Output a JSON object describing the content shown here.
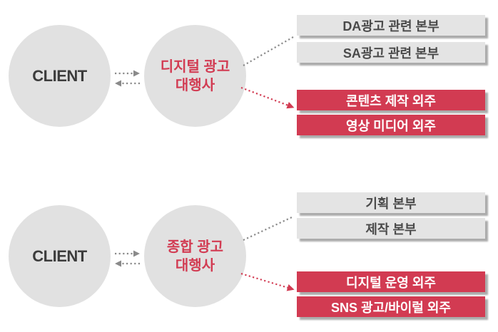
{
  "diagram": {
    "colors": {
      "accent_red": "#D23B52",
      "circle_gray": "#E1E1E1",
      "box_gray": "#E4E4E4",
      "box_text_gray": "#4A4A4A",
      "box_text_white": "#FFFFFF",
      "client_text": "#3C3C3C",
      "arrow_gray": "#8A8A8A",
      "shadow_gray": "#ABABAB"
    },
    "sections": [
      {
        "client_label": "CLIENT",
        "agency_line1": "디지털 광고",
        "agency_line2": "대행사",
        "departments": [
          "DA광고 관련 본부",
          "SA광고 관련 본부"
        ],
        "outsourced": [
          "콘텐츠 제작 외주",
          "영상 미디어 외주"
        ]
      },
      {
        "client_label": "CLIENT",
        "agency_line1": "종합 광고",
        "agency_line2": "대행사",
        "departments": [
          "기획 본부",
          "제작 본부"
        ],
        "outsourced": [
          "디지털 운영 외주",
          "SNS 광고/바이럴 외주"
        ]
      }
    ]
  }
}
